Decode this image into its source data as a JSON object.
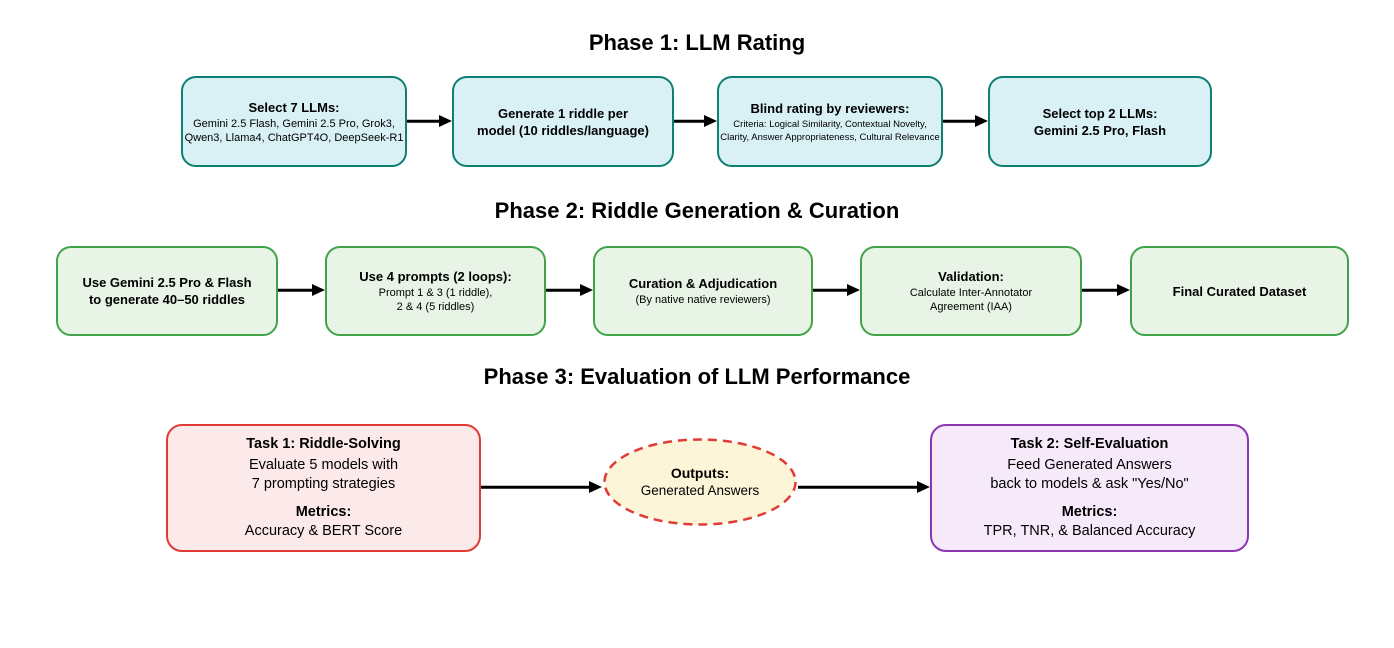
{
  "colors": {
    "phase1_fill": "#d9f1f5",
    "phase1_border": "#0e7f73",
    "phase2_fill": "#e8f5e6",
    "phase2_border": "#41a348",
    "task1_fill": "#fce9ea",
    "task1_border": "#e23b35",
    "outputs_fill": "#fdf5d7",
    "outputs_border": "#e23b35",
    "task2_fill": "#f5e9fa",
    "task2_border": "#8d34b4",
    "arrow": "#000000"
  },
  "phase1": {
    "title": "Phase 1: LLM Rating",
    "boxes": [
      {
        "title": "Select 7 LLMs:",
        "subtitle": "Gemini 2.5 Flash, Gemini 2.5 Pro, Grok3,\nQwen3, Llama4, ChatGPT4O, DeepSeek-R1"
      },
      {
        "title": "Generate 1 riddle per\nmodel (10 riddles/language)"
      },
      {
        "title": "Blind rating by reviewers:",
        "subtitle": "Criteria: Logical Similarity, Contextual Novelty,\nClarity, Answer Appropriateness, Cultural Relevance"
      },
      {
        "title": "Select top 2 LLMs:\nGemini 2.5 Pro, Flash"
      }
    ]
  },
  "phase2": {
    "title": "Phase 2: Riddle Generation & Curation",
    "boxes": [
      {
        "title": "Use Gemini 2.5 Pro & Flash\nto generate 40–50 riddles"
      },
      {
        "title": "Use 4 prompts (2 loops):",
        "subtitle": "Prompt 1 & 3 (1 riddle),\n2 & 4 (5 riddles)"
      },
      {
        "title": "Curation & Adjudication",
        "subtitle": "(By native native reviewers)"
      },
      {
        "title": "Validation:",
        "subtitle": "Calculate Inter-Annotator\nAgreement (IAA)"
      },
      {
        "title": "Final Curated Dataset"
      }
    ]
  },
  "phase3": {
    "title": "Phase 3: Evaluation of LLM Performance",
    "task1": {
      "title": "Task 1: Riddle-Solving",
      "body": "Evaluate 5 models with\n7 prompting strategies",
      "metrics_label": "Metrics:",
      "metrics": "Accuracy & BERT Score"
    },
    "outputs": {
      "title": "Outputs:",
      "body": "Generated Answers"
    },
    "task2": {
      "title": "Task 2: Self-Evaluation",
      "body": "Feed Generated Answers\nback to models & ask \"Yes/No\"",
      "metrics_label": "Metrics:",
      "metrics": "TPR, TNR, & Balanced Accuracy"
    }
  }
}
